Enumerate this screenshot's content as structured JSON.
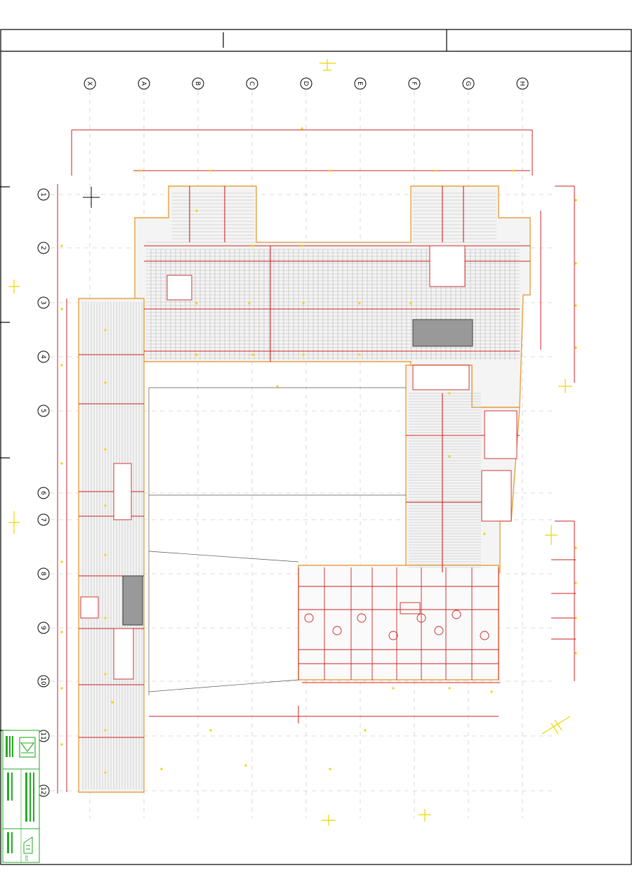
{
  "drawing": {
    "column_axes": [
      "X",
      "A",
      "B",
      "C",
      "D",
      "E",
      "F",
      "G",
      "H"
    ],
    "row_axes": [
      "1",
      "2",
      "3",
      "4",
      "5",
      "6",
      "7",
      "8",
      "9",
      "10",
      "11",
      "12"
    ],
    "sheet_number": "9TF",
    "colors": {
      "line_black": "#000000",
      "cad_red": "#cc2222",
      "cad_yellow": "#e8d800",
      "cad_orange": "#e8a040",
      "cad_gray": "#b8b8b8",
      "cad_green": "#22aa22"
    }
  }
}
